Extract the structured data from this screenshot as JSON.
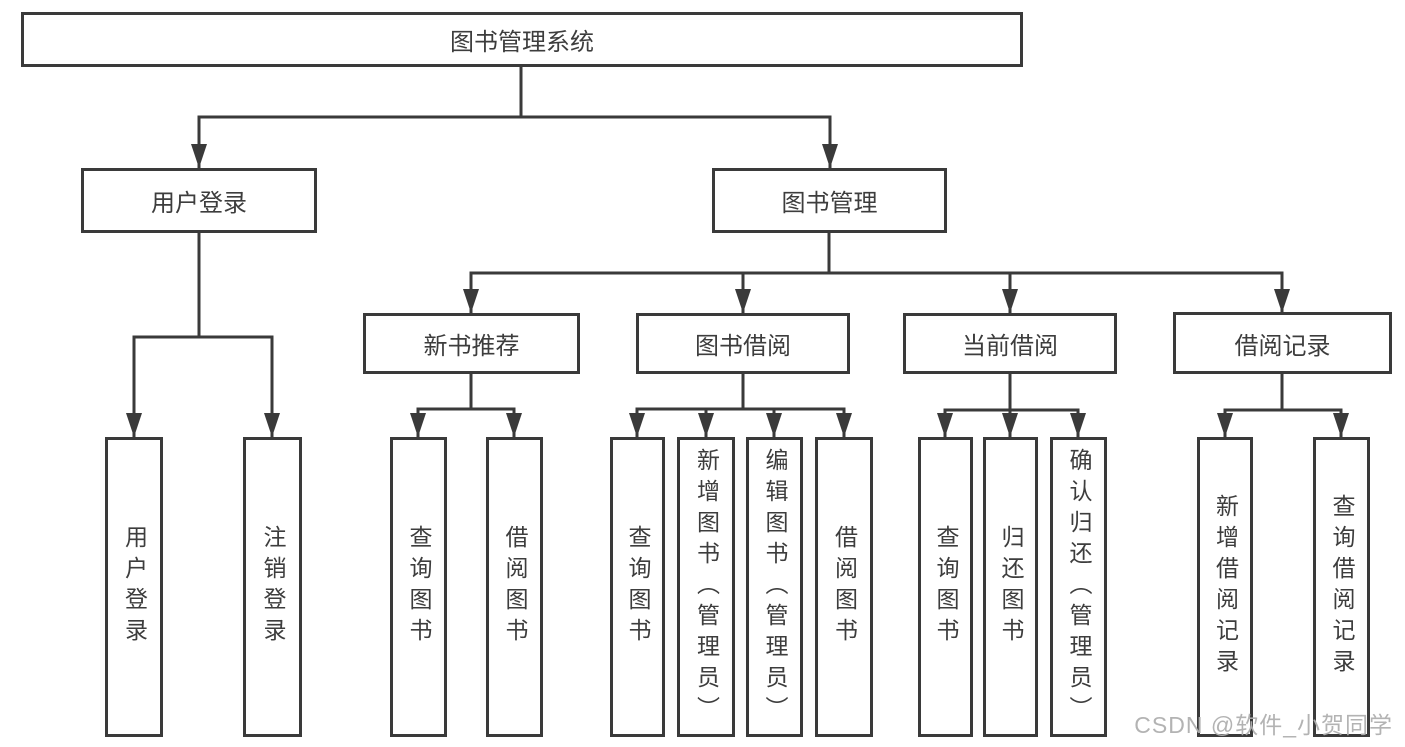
{
  "root": {
    "label": "图书管理系统"
  },
  "branches": {
    "user_login": {
      "label": "用户登录",
      "children": {
        "login": {
          "label": "用户登录"
        },
        "logout": {
          "label": "注销登录"
        }
      }
    },
    "book_mgmt": {
      "label": "图书管理",
      "children": {
        "new_book_rec": {
          "label": "新书推荐",
          "children": {
            "query_books": {
              "label": "查询图书"
            },
            "borrow_books": {
              "label": "借阅图书"
            }
          }
        },
        "book_borrow": {
          "label": "图书借阅",
          "children": {
            "query_books": {
              "label": "查询图书"
            },
            "add_books": {
              "label": "新增图书（管理员）"
            },
            "edit_books": {
              "label": "编辑图书（管理员）"
            },
            "borrow_books": {
              "label": "借阅图书"
            }
          }
        },
        "current_borrow": {
          "label": "当前借阅",
          "children": {
            "query_books": {
              "label": "查询图书"
            },
            "return_books": {
              "label": "归还图书"
            },
            "confirm_return": {
              "label": "确认归还（管理员）"
            }
          }
        },
        "borrow_records": {
          "label": "借阅记录",
          "children": {
            "add_record": {
              "label": "新增借阅记录"
            },
            "query_record": {
              "label": "查询借阅记录"
            }
          }
        }
      }
    }
  },
  "watermark": {
    "text": "CSDN @软件_小贺同学"
  },
  "colors": {
    "line": "#3a3a3a",
    "text": "#3d3d3d",
    "background": "#ffffff",
    "watermark": "#afafaf"
  }
}
